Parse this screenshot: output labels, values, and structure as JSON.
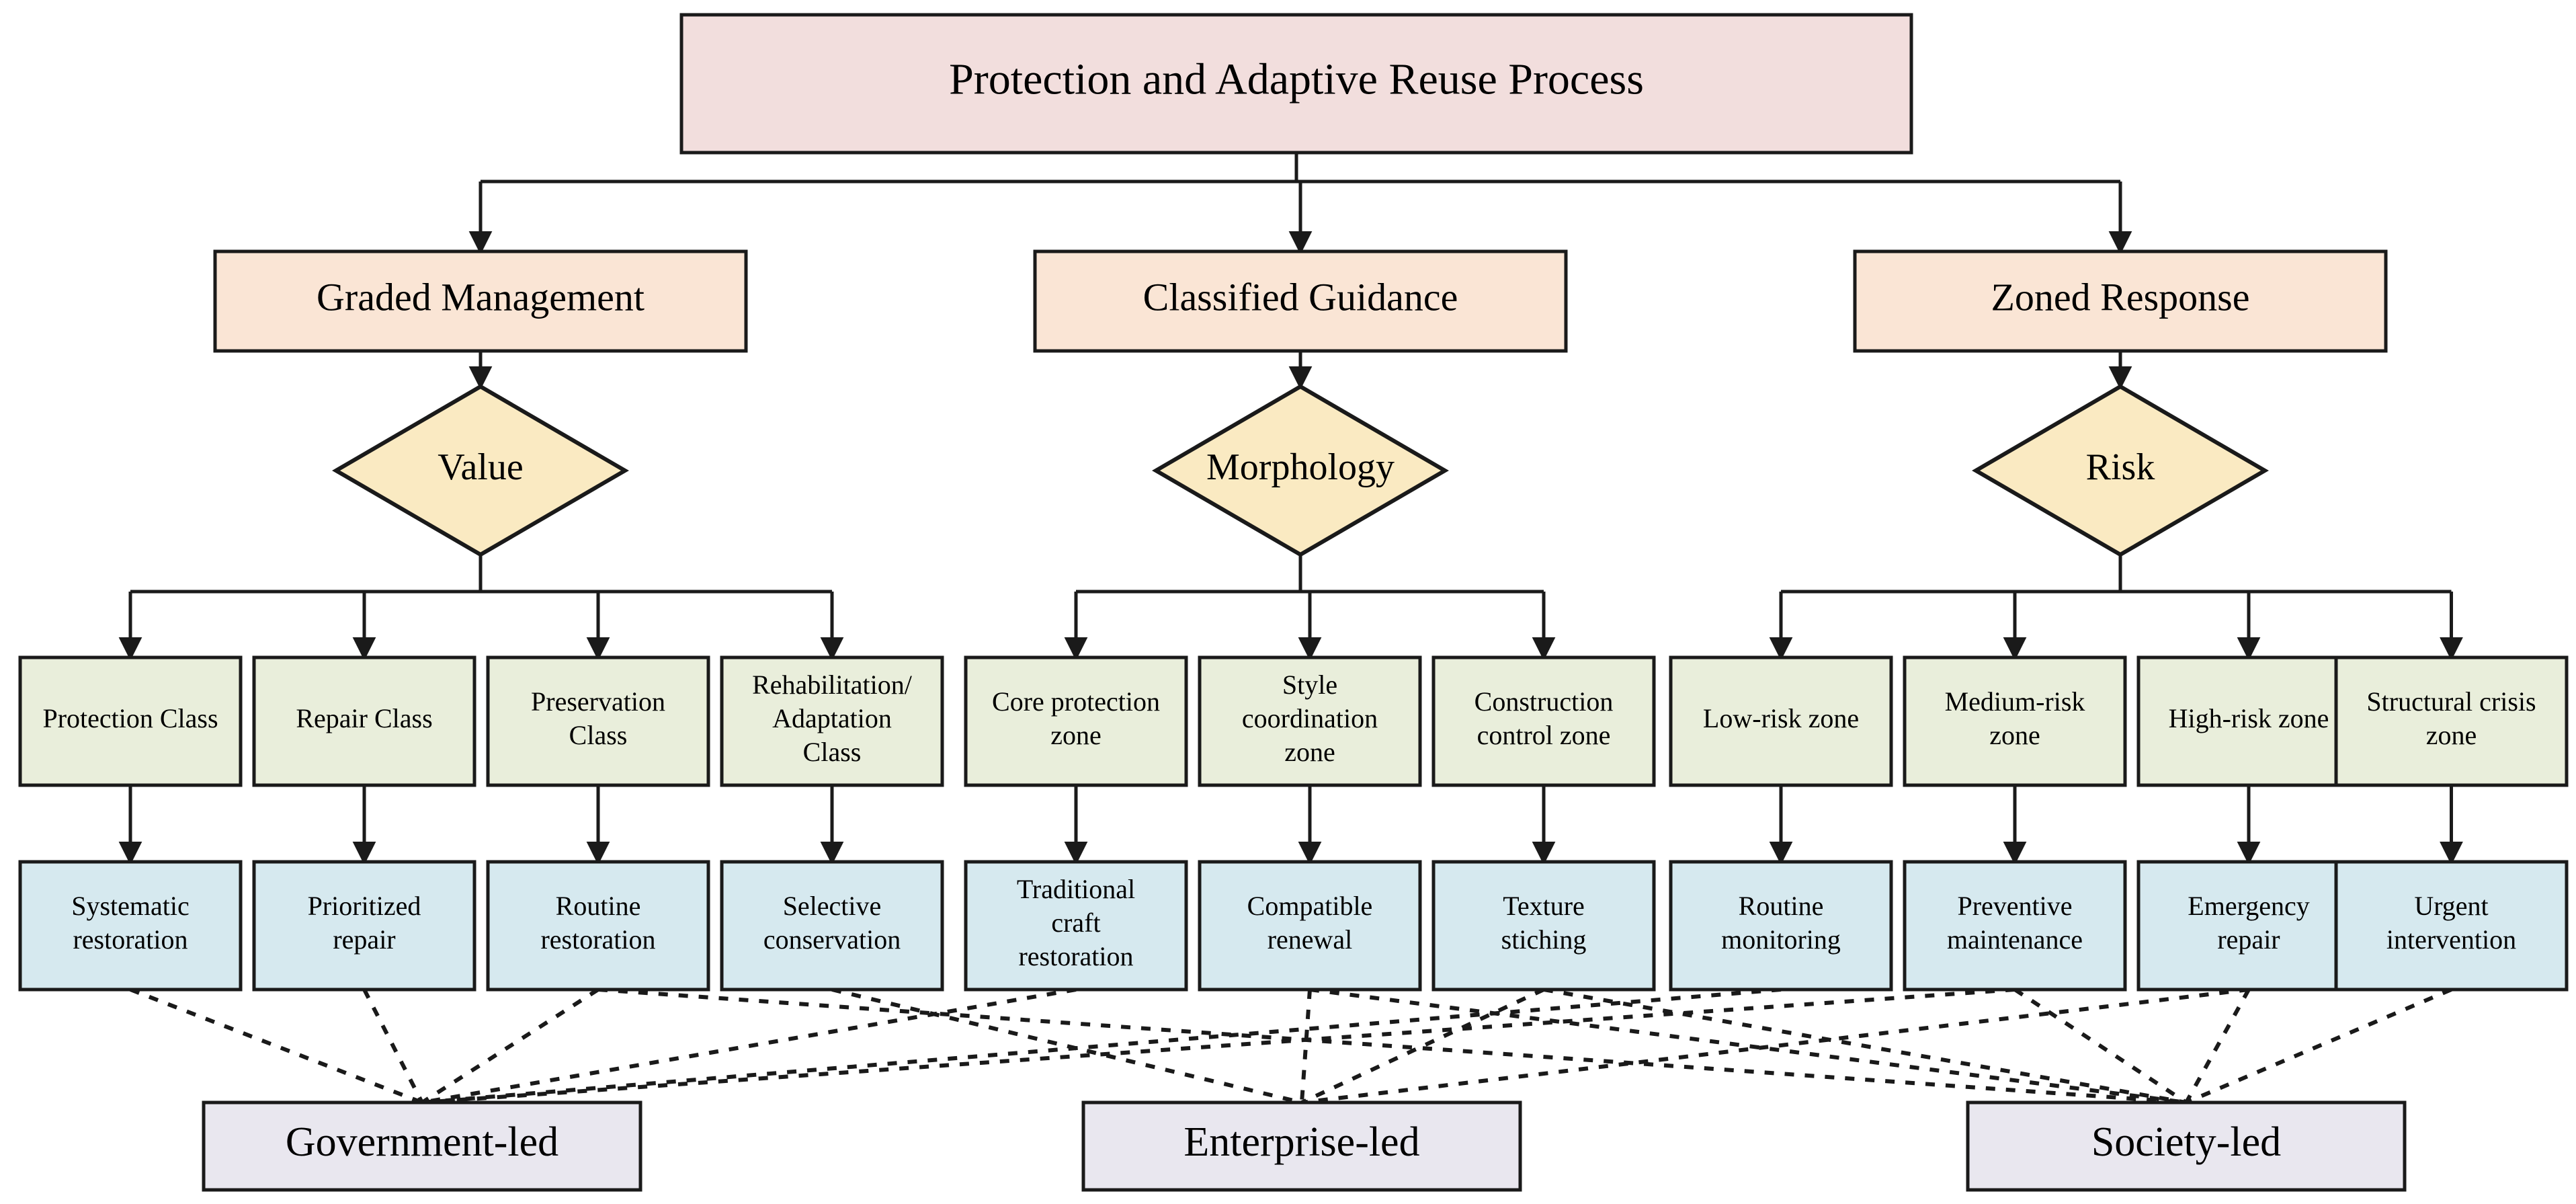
{
  "diagram": {
    "title": "Protection and Adaptive Reuse Process",
    "type": "flowchart",
    "colors": {
      "root_fill": "#f2dedd",
      "level1_fill": "#fae5d5",
      "decision_fill": "#faeac2",
      "class_fill": "#e9eedb",
      "action_fill": "#d6e9ef",
      "actor_fill": "#e9e7ef",
      "stroke": "#1a1a1a"
    }
  },
  "root": {
    "label": "Protection and Adaptive Reuse Process"
  },
  "branches": [
    {
      "label": "Graded Management",
      "decision": "Value",
      "classes": [
        {
          "lines": [
            "Protection Class"
          ]
        },
        {
          "lines": [
            "Repair Class"
          ]
        },
        {
          "lines": [
            "Preservation",
            "Class"
          ]
        },
        {
          "lines": [
            "Rehabilitation/",
            "Adaptation",
            "Class"
          ]
        }
      ],
      "actions": [
        {
          "lines": [
            "Systematic",
            "restoration"
          ]
        },
        {
          "lines": [
            "Prioritized",
            "repair"
          ]
        },
        {
          "lines": [
            "Routine",
            "restoration"
          ]
        },
        {
          "lines": [
            "Selective",
            "conservation"
          ]
        }
      ]
    },
    {
      "label": "Classified Guidance",
      "decision": "Morphology",
      "classes": [
        {
          "lines": [
            "Core protection",
            "zone"
          ]
        },
        {
          "lines": [
            "Style",
            "coordination",
            "zone"
          ]
        },
        {
          "lines": [
            "Construction",
            "control zone"
          ]
        }
      ],
      "actions": [
        {
          "lines": [
            "Traditional",
            "craft",
            "restoration"
          ]
        },
        {
          "lines": [
            "Compatible",
            "renewal"
          ]
        },
        {
          "lines": [
            "Texture",
            "stiching"
          ]
        }
      ]
    },
    {
      "label": "Zoned Response",
      "decision": "Risk",
      "classes": [
        {
          "lines": [
            "Low-risk zone"
          ]
        },
        {
          "lines": [
            "Medium-risk",
            "zone"
          ]
        },
        {
          "lines": [
            "High-risk zone"
          ]
        },
        {
          "lines": [
            "Structural crisis",
            "zone"
          ]
        }
      ],
      "actions": [
        {
          "lines": [
            "Routine",
            "monitoring"
          ]
        },
        {
          "lines": [
            "Preventive",
            "maintenance"
          ]
        },
        {
          "lines": [
            "Emergency",
            "repair"
          ]
        },
        {
          "lines": [
            "Urgent",
            "intervention"
          ]
        }
      ]
    }
  ],
  "actors": [
    {
      "label": "Government-led"
    },
    {
      "label": "Enterprise-led"
    },
    {
      "label": "Society-led"
    }
  ],
  "actor_links": [
    {
      "from_action": 0,
      "to_actor": 0
    },
    {
      "from_action": 1,
      "to_actor": 0
    },
    {
      "from_action": 2,
      "to_actor": 0
    },
    {
      "from_action": 4,
      "to_actor": 0
    },
    {
      "from_action": 7,
      "to_actor": 0
    },
    {
      "from_action": 8,
      "to_actor": 0
    },
    {
      "from_action": 3,
      "to_actor": 1
    },
    {
      "from_action": 5,
      "to_actor": 1
    },
    {
      "from_action": 6,
      "to_actor": 1
    },
    {
      "from_action": 9,
      "to_actor": 1
    },
    {
      "from_action": 2,
      "to_actor": 2
    },
    {
      "from_action": 5,
      "to_actor": 2
    },
    {
      "from_action": 6,
      "to_actor": 2
    },
    {
      "from_action": 8,
      "to_actor": 2
    },
    {
      "from_action": 9,
      "to_actor": 2
    },
    {
      "from_action": 10,
      "to_actor": 2
    }
  ]
}
